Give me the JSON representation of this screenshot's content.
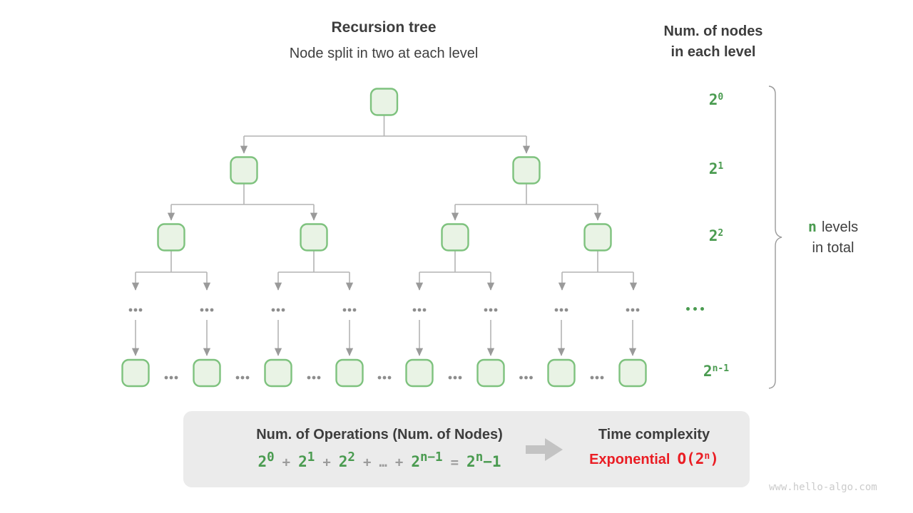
{
  "header": {
    "title": "Recursion tree",
    "subtitle": "Node split in two at each level"
  },
  "right_header": {
    "line1": "Num. of nodes",
    "line2": "in each level"
  },
  "level_labels": [
    {
      "base": "2",
      "sup": "0"
    },
    {
      "base": "2",
      "sup": "1"
    },
    {
      "base": "2",
      "sup": "2"
    },
    {
      "base": "…",
      "sup": ""
    },
    {
      "base": "2",
      "sup": "n-1"
    }
  ],
  "brace_label": {
    "n": "n",
    "rest": "levels",
    "line2": "in total"
  },
  "tree": {
    "ellipsis": "...",
    "levels_node_counts": [
      1,
      2,
      4,
      8
    ],
    "leaf_count": 8
  },
  "box": {
    "left_title": "Num. of Operations (Num. of Nodes)",
    "formula": [
      {
        "base": "2",
        "sup": "0"
      },
      {
        "base": "+"
      },
      {
        "base": "2",
        "sup": "1"
      },
      {
        "base": "+"
      },
      {
        "base": "2",
        "sup": "2"
      },
      {
        "base": "+"
      },
      {
        "base": "…"
      },
      {
        "base": "+"
      },
      {
        "base": "2",
        "sup": "n−1"
      },
      {
        "base": "="
      },
      {
        "base": "2",
        "sup": "n",
        "tail": "−1"
      }
    ],
    "right_title": "Time complexity",
    "complexity": {
      "word": "Exponential",
      "o_open": "O(2",
      "sup": "n",
      "close": ")"
    }
  },
  "watermark": "www.hello-algo.com",
  "colors": {
    "green": "#4a9b50",
    "node_border": "#7ec27e",
    "node_fill": "#e9f3e5",
    "red": "#ea1d24",
    "dark": "#3d3d3d",
    "gray": "#9b9b9b",
    "line": "#b4b4b4",
    "dots": "#8d8d8d",
    "box_bg": "#ebebeb",
    "block_arrow": "#c3c3c3",
    "watermark": "#cbcbcb",
    "brace": "#9a9a9a"
  }
}
